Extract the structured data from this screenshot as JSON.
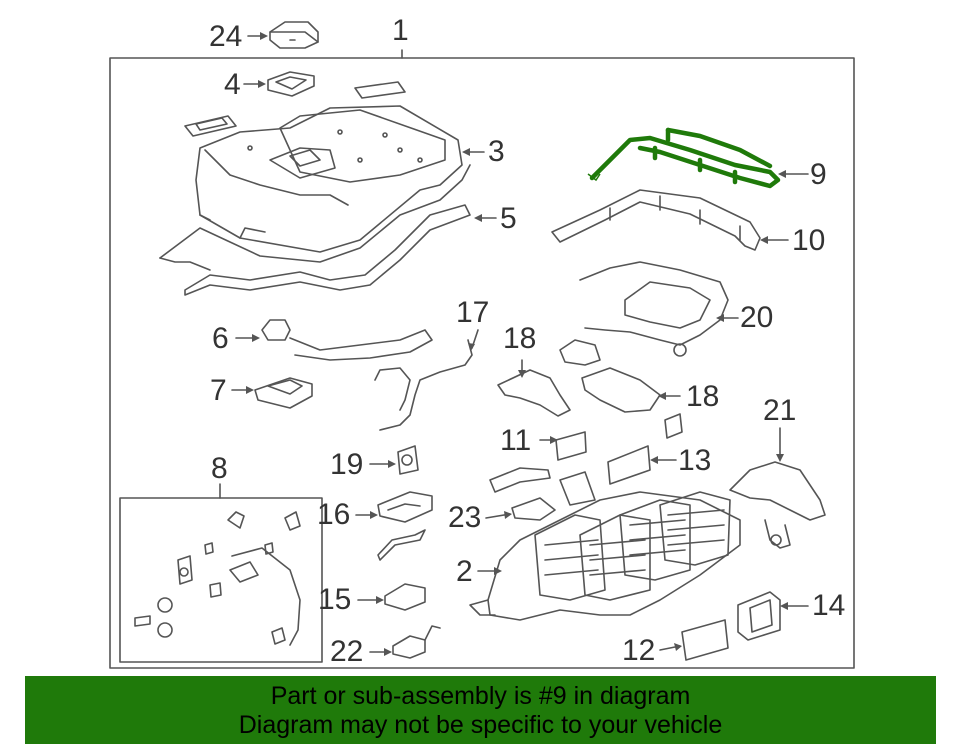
{
  "diagram": {
    "highlighted_part": "9",
    "highlight_color": "#1f7a0a",
    "line_color": "#555555",
    "callouts": {
      "c1": "1",
      "c2": "2",
      "c3": "3",
      "c4": "4",
      "c5": "5",
      "c6": "6",
      "c7": "7",
      "c8": "8",
      "c9": "9",
      "c10": "10",
      "c11": "11",
      "c12": "12",
      "c13": "13",
      "c14": "14",
      "c15": "15",
      "c16": "16",
      "c17": "17",
      "c18a": "18",
      "c18b": "18",
      "c19": "19",
      "c20": "20",
      "c21": "21",
      "c22": "22",
      "c23": "23",
      "c24": "24"
    }
  },
  "banner": {
    "line1": "Part or sub-assembly is #9 in diagram",
    "line2": "Diagram may not be specific to your vehicle",
    "background": "#1f7a0a"
  }
}
